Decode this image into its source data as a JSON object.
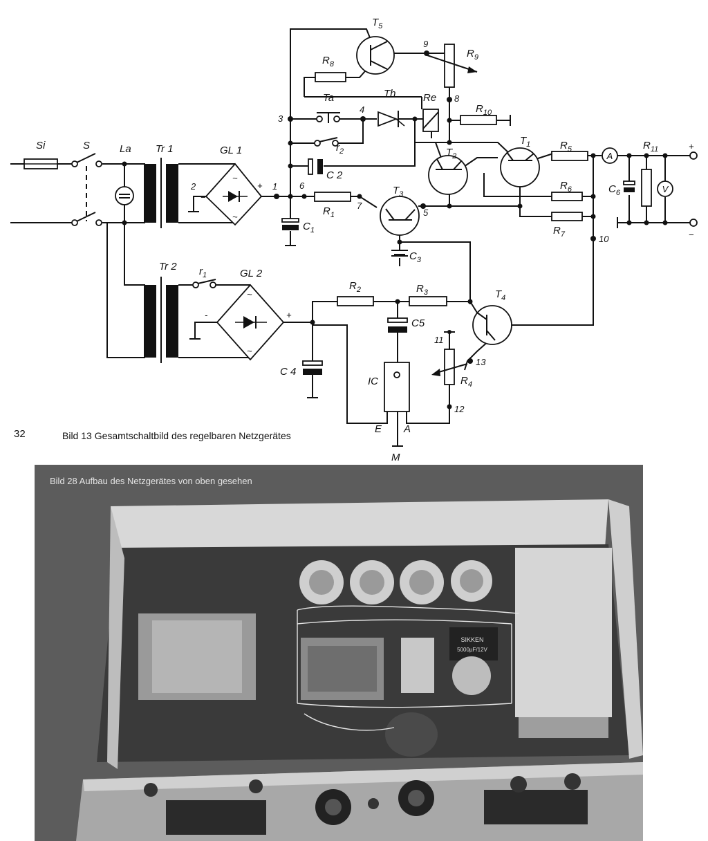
{
  "page_number": "32",
  "figure_13": {
    "caption": "Bild 13   Gesamtschaltbild des regelbaren Netzgerätes",
    "components": {
      "Si": "Si",
      "S": "S",
      "La": "La",
      "Tr1": "Tr 1",
      "Tr2": "Tr 2",
      "GL1": "GL 1",
      "GL2": "GL 2",
      "T1": "T",
      "T2": "T",
      "T3": "T",
      "T4": "T",
      "T5": "T",
      "Th": "Th",
      "Re": "Re",
      "Ta": "Ta",
      "r1": "r",
      "r2": "r",
      "R": "R",
      "C": "C",
      "IC": "IC",
      "E": "E",
      "A": "A",
      "M": "M",
      "ammeter": "A",
      "voltmeter": "V"
    },
    "subscripts": {
      "T1": "1",
      "T2": "2",
      "T3": "3",
      "T4": "4",
      "T5": "5",
      "r1": "1",
      "r2": "2",
      "R1": "1",
      "R2": "2",
      "R3": "3",
      "R4": "4",
      "R5": "5",
      "R6": "6",
      "R7": "7",
      "R8": "8",
      "R9": "9",
      "R10": "10",
      "R11": "11",
      "C1": "1",
      "C3": "3",
      "C6": "6"
    },
    "flat_labels": {
      "C2": "C 2",
      "C4": "C 4",
      "C5": "C5"
    },
    "nodes": [
      "1",
      "2",
      "3",
      "4",
      "5",
      "6",
      "7",
      "8",
      "9",
      "10",
      "11",
      "12",
      "13"
    ],
    "polarity": {
      "plus": "+",
      "minus": "−",
      "dash": "-",
      "tilde": "~"
    }
  },
  "figure_28": {
    "caption": "Bild 28   Aufbau des Netzgerätes von oben gesehen",
    "visible_text": {
      "cap_label_1": "SIKKEN",
      "cap_label_2": "5000µF/12V"
    }
  }
}
